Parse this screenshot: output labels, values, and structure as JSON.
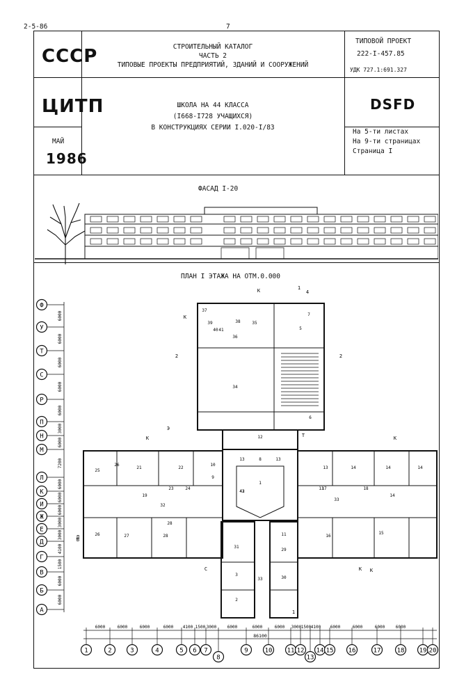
{
  "page_code": "2-5-86",
  "page_number": "7",
  "header": {
    "org1": "СССР",
    "org2": "ЦИТП",
    "month": "МАЙ",
    "year": "1986",
    "catalog_line1": "СТРОИТЕЛЬНЫЙ КАТАЛОГ",
    "catalog_line2": "ЧАСТЬ 2",
    "catalog_line3": "ТИПОВЫЕ ПРОЕКТЫ ПРЕДПРИЯТИЙ, ЗДАНИЙ И СООРУЖЕНИЙ",
    "title_line1": "ШКОЛА НА 44 КЛАССА",
    "title_line2": "(I668-I728 УЧАЩИХСЯ)",
    "title_line3": "В КОНСТРУКЦИЯХ СЕРИИ I.020-I/83",
    "project_label": "ТИПОВОЙ ПРОЕКТ",
    "project_number": "222-I-457.85",
    "udk": "УДК 727.1:691.327",
    "code": "DSFD",
    "sheets": "На 5-ти листах",
    "pages": "На 9-ти страницах",
    "page": "Страница I"
  },
  "facade_title": "ФАСАД I-20",
  "plan_title": "ПЛАН I ЭТАЖА НА ОТМ.0.000",
  "row_axes": [
    "Ф",
    "У",
    "Т",
    "С",
    "Р",
    "П",
    "Н",
    "М",
    "Л",
    "К",
    "И",
    "Ж",
    "Е",
    "Д",
    "Г",
    "В",
    "Б",
    "А"
  ],
  "column_axes": [
    "1",
    "2",
    "3",
    "4",
    "5",
    "6",
    "7",
    "8",
    "9",
    "10",
    "11",
    "12",
    "13",
    "14",
    "15",
    "16",
    "17",
    "18",
    "19",
    "20"
  ],
  "bottom_dims": [
    "6000",
    "6000",
    "6000",
    "6000",
    "4100",
    "1500",
    "3000",
    "6000",
    "6000",
    "6000",
    "3000",
    "1500",
    "4100",
    "6000",
    "6000",
    "6000",
    "6000"
  ],
  "total_dim": "86100",
  "rooms": [
    "1",
    "2",
    "3",
    "5",
    "6",
    "7",
    "8",
    "9",
    "10",
    "11",
    "12",
    "13",
    "13",
    "13",
    "13",
    "14",
    "14",
    "14",
    "14",
    "15",
    "16",
    "17",
    "18",
    "19",
    "21",
    "22",
    "23",
    "24",
    "25",
    "26",
    "26",
    "27",
    "28",
    "28",
    "29",
    "30",
    "31",
    "32",
    "33",
    "33",
    "34",
    "35",
    "36",
    "37",
    "38",
    "39",
    "40",
    "41",
    "42",
    "43"
  ],
  "side_dims": [
    "6000",
    "6000",
    "6000",
    "6000",
    "6000",
    "3000",
    "6000",
    "7200",
    "6000",
    "6000",
    "6000",
    "3000",
    "3000",
    "4100",
    "1500",
    "6000",
    "6000",
    "6000"
  ],
  "markers": [
    "К",
    "К",
    "К",
    "К",
    "К",
    "К",
    "Э",
    "Т",
    "С",
    "Б",
    "1",
    "1",
    "2",
    "2",
    "4",
    "Д"
  ]
}
